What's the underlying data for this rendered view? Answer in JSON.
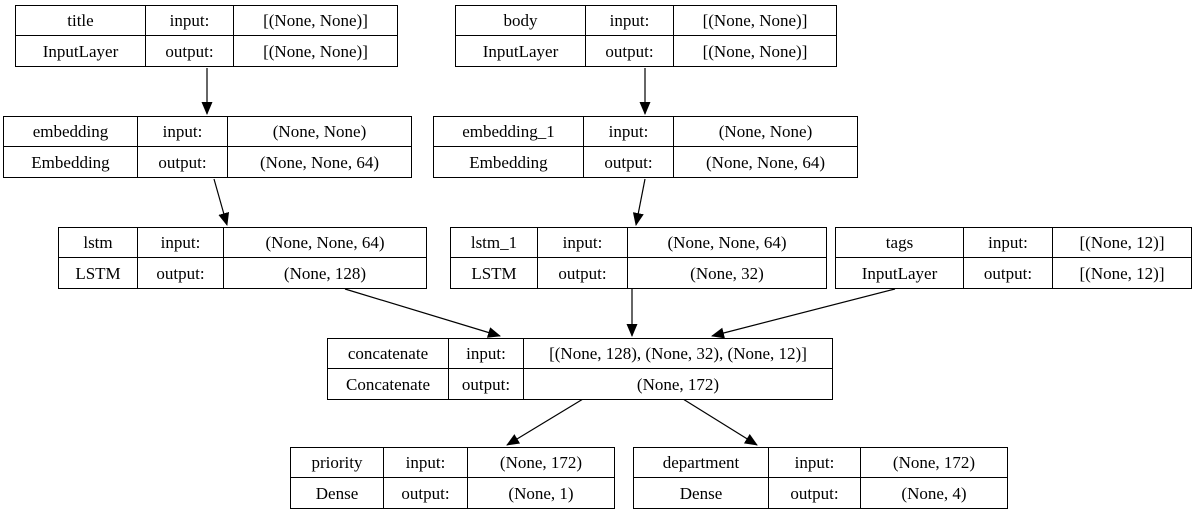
{
  "diagram": {
    "kind": "keras-model-architecture-graph",
    "colors": {
      "background": "#ffffff",
      "node_border": "#000000",
      "text": "#000000",
      "edge": "#000000"
    },
    "labels": {
      "input": "input:",
      "output": "output:"
    },
    "nodes": [
      {
        "id": "title",
        "name": "title",
        "layer_type": "InputLayer",
        "input_shape": "[(None, None)]",
        "output_shape": "[(None, None)]"
      },
      {
        "id": "body",
        "name": "body",
        "layer_type": "InputLayer",
        "input_shape": "[(None, None)]",
        "output_shape": "[(None, None)]"
      },
      {
        "id": "embedding",
        "name": "embedding",
        "layer_type": "Embedding",
        "input_shape": "(None, None)",
        "output_shape": "(None, None, 64)"
      },
      {
        "id": "embedding_1",
        "name": "embedding_1",
        "layer_type": "Embedding",
        "input_shape": "(None, None)",
        "output_shape": "(None, None, 64)"
      },
      {
        "id": "lstm",
        "name": "lstm",
        "layer_type": "LSTM",
        "input_shape": "(None, None, 64)",
        "output_shape": "(None, 128)"
      },
      {
        "id": "lstm_1",
        "name": "lstm_1",
        "layer_type": "LSTM",
        "input_shape": "(None, None, 64)",
        "output_shape": "(None, 32)"
      },
      {
        "id": "tags",
        "name": "tags",
        "layer_type": "InputLayer",
        "input_shape": "[(None, 12)]",
        "output_shape": "[(None, 12)]"
      },
      {
        "id": "concatenate",
        "name": "concatenate",
        "layer_type": "Concatenate",
        "input_shape": "[(None, 128), (None, 32), (None, 12)]",
        "output_shape": "(None, 172)"
      },
      {
        "id": "priority",
        "name": "priority",
        "layer_type": "Dense",
        "input_shape": "(None, 172)",
        "output_shape": "(None, 1)"
      },
      {
        "id": "department",
        "name": "department",
        "layer_type": "Dense",
        "input_shape": "(None, 172)",
        "output_shape": "(None, 4)"
      }
    ],
    "edges": [
      {
        "from": "title",
        "to": "embedding"
      },
      {
        "from": "body",
        "to": "embedding_1"
      },
      {
        "from": "embedding",
        "to": "lstm"
      },
      {
        "from": "embedding_1",
        "to": "lstm_1"
      },
      {
        "from": "lstm",
        "to": "concatenate"
      },
      {
        "from": "lstm_1",
        "to": "concatenate"
      },
      {
        "from": "tags",
        "to": "concatenate"
      },
      {
        "from": "concatenate",
        "to": "priority"
      },
      {
        "from": "concatenate",
        "to": "department"
      }
    ]
  }
}
